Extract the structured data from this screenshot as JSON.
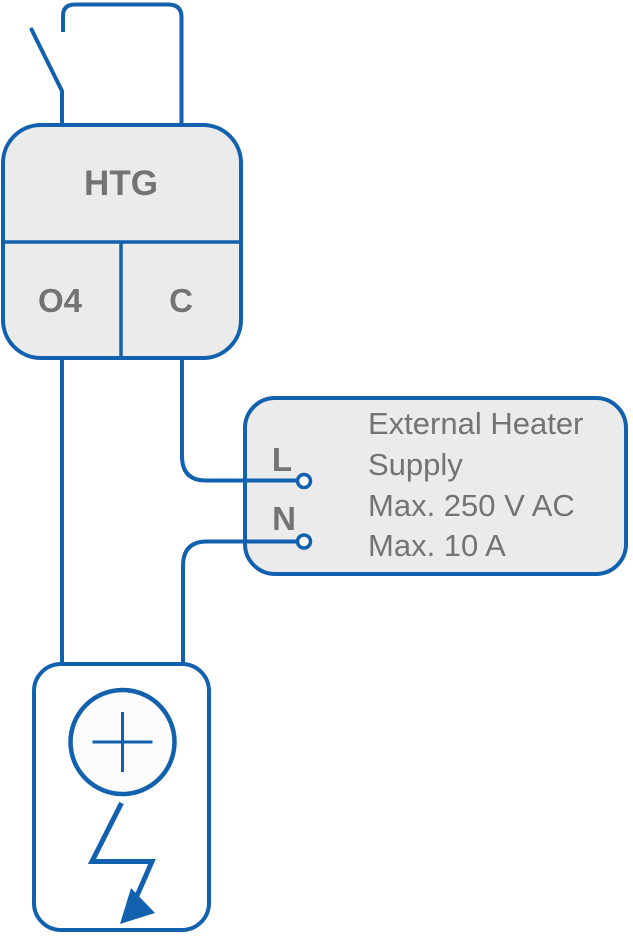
{
  "diagram": {
    "type": "heater-wiring-diagram",
    "colors": {
      "line": "#1261AE",
      "block_fill": "#EBEBEB",
      "label": "#737373",
      "terminal_fill": "#FFFFFF",
      "heater_circle_fill": "#FCFCFC",
      "background": "#FFFFFF"
    },
    "relay_block": {
      "name": "HTG",
      "terminals": [
        {
          "label": "O4"
        },
        {
          "label": "C"
        }
      ]
    },
    "supply_block": {
      "terminals": [
        {
          "label": "L"
        },
        {
          "label": "N"
        }
      ],
      "info_lines": [
        "External Heater",
        "Supply",
        "Max. 250 V AC",
        "Max. 10 A"
      ]
    },
    "symbols": {
      "switch": "open-switch-contact",
      "load": "heater-with-lightning-arrow"
    }
  }
}
